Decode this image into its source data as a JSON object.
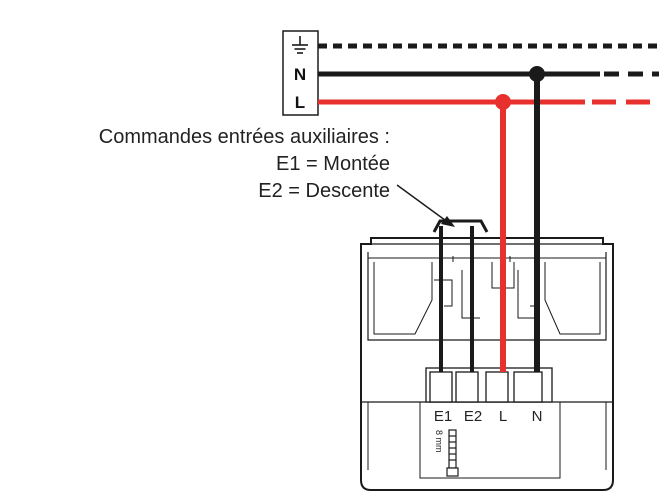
{
  "supply": {
    "neutral_label": "N",
    "live_label": "L",
    "earth_icon": "earth-ground-icon"
  },
  "caption": {
    "line1": "Commandes entrées auxiliaires :",
    "line2": "E1 = Montée",
    "line3": "E2 = Descente"
  },
  "terminals": {
    "e1": "E1",
    "e2": "E2",
    "l": "L",
    "n": "N"
  },
  "strip_gauge": "8 mm",
  "colors": {
    "live": "#e8302e",
    "neutral": "#1a1a1a",
    "earth": "#1a1a1a",
    "outline": "#1a1a1a"
  }
}
